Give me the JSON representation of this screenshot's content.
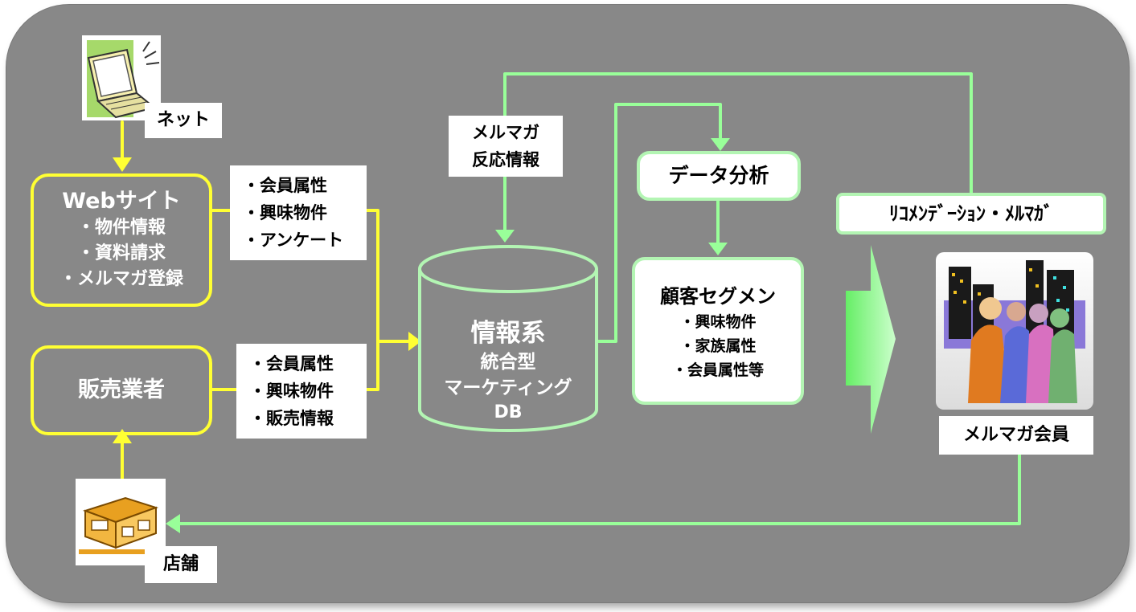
{
  "net": {
    "label": "ネット"
  },
  "web_site": {
    "title": "Webサイト",
    "items": [
      "・物件情報",
      "・資料請求",
      "・メルマガ登録"
    ]
  },
  "web_attrs": {
    "items": [
      "・会員属性",
      "・興味物件",
      "・アンケート"
    ]
  },
  "seller": {
    "title": "販売業者"
  },
  "seller_attrs": {
    "items": [
      "・会員属性",
      "・興味物件",
      "・販売情報"
    ]
  },
  "store": {
    "label": "店舗"
  },
  "mail_response": {
    "lines": [
      "メルマガ",
      "反応情報"
    ]
  },
  "database": {
    "title": "情報系",
    "lines": [
      "統合型",
      "マーケティング",
      "DB"
    ]
  },
  "analysis": {
    "title": "データ分析"
  },
  "segment": {
    "title": "顧客セグメン",
    "items": [
      "・興味物件",
      "・家族属性",
      "・会員属性等"
    ]
  },
  "recommend": {
    "title": "ﾘｺﾒﾝﾃﾞｰｼｮﾝ・ﾒﾙﾏｶﾞ"
  },
  "members": {
    "label": "メルマガ会員"
  },
  "colors": {
    "panel": "#888888",
    "yellow": "#ffff33",
    "green": "#b3f5b3",
    "arrow_green": "#99ff99"
  },
  "icons": {
    "net": "laptop-icon",
    "store": "store-icon",
    "members": "people-icon"
  }
}
